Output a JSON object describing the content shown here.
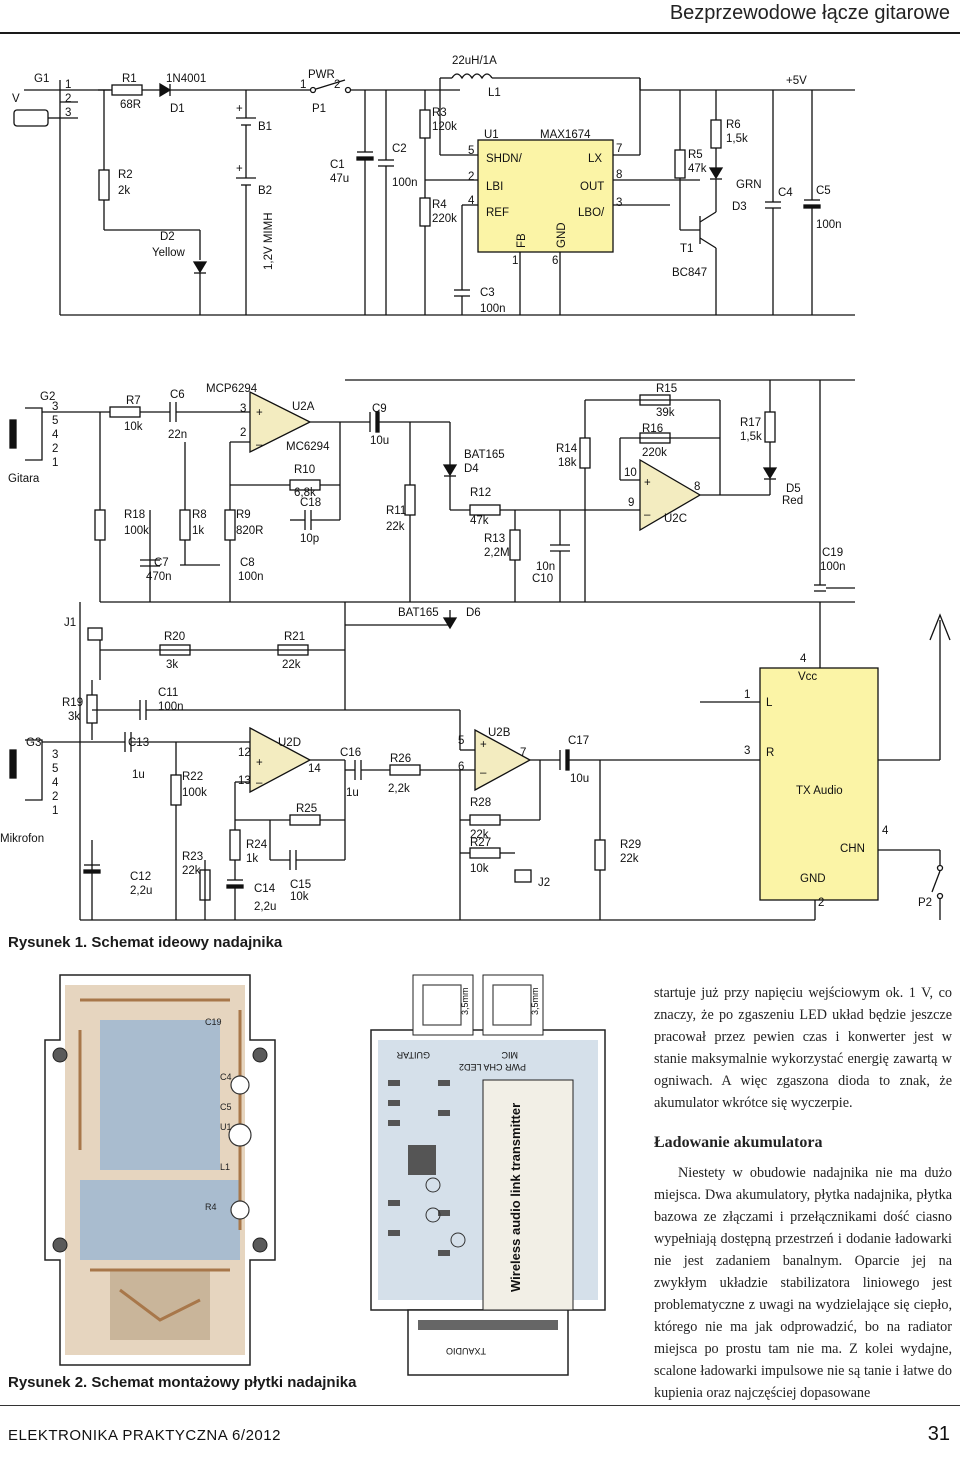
{
  "header": {
    "title": "Bezprzewodowe łącze gitarowe"
  },
  "schematic": {
    "power": {
      "g1": "G1",
      "v": "V",
      "r1": "R1",
      "r1v": "68R",
      "d1": "D1",
      "d1v": "1N4001",
      "r2": "R2",
      "r2v": "2k",
      "d2": "D2",
      "d2v": "Yellow",
      "b1": "B1",
      "b2": "B2",
      "bat": "1,2V MIMH",
      "pwr": "PWR",
      "p1": "P1",
      "c1": "C1",
      "c1v": "47u",
      "c2": "C2",
      "c2v": "100n",
      "r3": "R3",
      "r3v": "120k",
      "r4": "R4",
      "r4v": "220k",
      "l1": "L1",
      "l1v": "22uH/1A",
      "u1": "U1",
      "u1v": "MAX1674",
      "shdn": "SHDN/",
      "lbi": "LBI",
      "ref": "REF",
      "lx": "LX",
      "out": "OUT",
      "lbo": "LBO/",
      "fb": "FB",
      "gnd": "GND",
      "c3": "C3",
      "c3v": "100n",
      "r5": "R5",
      "r5v": "47k",
      "r6": "R6",
      "r6v": "1,5k",
      "grn": "GRN",
      "d3": "D3",
      "t1": "T1",
      "t1v": "BC847",
      "c4": "C4",
      "c5": "C5",
      "c5v": "100n",
      "vcc": "+5V"
    },
    "guitar": {
      "g2": "G2",
      "gitara": "Gitara",
      "r7": "R7",
      "r7v": "10k",
      "c6": "C6",
      "c6v": "22n",
      "mcp": "MCP6294",
      "u2a": "U2A",
      "mc": "MC6294",
      "r10": "R10",
      "r10v": "6,8k",
      "c18": "C18",
      "c18v": "10p",
      "r18": "R18",
      "r18v": "100k",
      "r8": "R8",
      "r8v": "1k",
      "r9": "R9",
      "r9v": "820R",
      "c7": "C7",
      "c7v": "470n",
      "c8": "C8",
      "c8v": "100n",
      "c9": "C9",
      "c9v": "10u",
      "r11": "R11",
      "r11v": "22k",
      "d4": "D4",
      "d4v": "BAT165",
      "r12": "R12",
      "r12v": "47k",
      "r13": "R13",
      "r13v": "2,2M",
      "c10": "C10",
      "c10v": "10n",
      "r14": "R14",
      "r14v": "18k",
      "r15": "R15",
      "r15v": "39k",
      "r16": "R16",
      "r16v": "220k",
      "u2c": "U2C",
      "r17": "R17",
      "r17v": "1,5k",
      "d5": "D5",
      "d5v": "Red",
      "c19": "C19",
      "c19v": "100n"
    },
    "mic": {
      "j1": "J1",
      "r20": "R20",
      "r20v": "3k",
      "r21": "R21",
      "r21v": "22k",
      "d6": "D6",
      "d6v": "BAT165",
      "r19": "R19",
      "r19v": "3k",
      "c11": "C11",
      "c11v": "100n",
      "g3": "G3",
      "mikrofon": "Mikrofon",
      "c13": "C13",
      "c13v": "1u",
      "r22": "R22",
      "r22v": "100k",
      "u2d": "U2D",
      "c16": "C16",
      "c16v": "1u",
      "r26": "R26",
      "r26v": "2,2k",
      "u2b": "U2B",
      "c17": "C17",
      "c17v": "10u",
      "r25": "R25",
      "r28": "R28",
      "r28v": "22k",
      "r27": "R27",
      "r27v": "10k",
      "j2": "J2",
      "r29": "R29",
      "r29v": "22k",
      "c12": "C12",
      "c12v": "2,2u",
      "r23": "R23",
      "r23v": "22k",
      "r24": "R24",
      "r24v": "1k",
      "c14": "C14",
      "c14v": "2,2u",
      "c15": "C15",
      "c15v": "10k",
      "tx": "TX Audio",
      "txvcc": "Vcc",
      "txl": "L",
      "txr": "R",
      "txgnd": "GND",
      "txchn": "CHN",
      "p2": "P2"
    }
  },
  "captions": {
    "fig1": "Rysunek 1. Schemat ideowy nadajnika",
    "fig2": "Rysunek 2. Schemat montażowy płytki nadajnika"
  },
  "pcb": {
    "board_label": "Wireless audio link transmitter",
    "guitar": "GUITAR",
    "mic": "MIC",
    "jack": "3,5mm",
    "leds": "PWR CHA LED2",
    "txaudio": "TXAUDIO"
  },
  "article": {
    "p1": "startuje już przy napięciu wejściowym ok. 1 V, co znaczy, że po zgaszeniu LED układ będzie jeszcze pracował przez pewien czas i konwerter jest w stanie maksymalnie wykorzystać energię zawartą w ogniwach. A więc zgaszona dioda to znak, że akumulator wkrótce się wyczerpie.",
    "heading": "Ładowanie akumulatora",
    "p2": "Niestety w obudowie nadajnika nie ma dużo miejsca. Dwa akumulatory, płytka nadajnika, płytka bazowa ze złączami i przełącznikami dość ciasno wypełniają dostępną przestrzeń i dodanie ładowarki nie jest zadaniem banalnym. Oparcie jej na zwykłym układzie stabilizatora liniowego jest problematyczne z uwagi na wydzielające się ciepło, którego nie ma jak odprowadzić, bo na radiator miejsca po prostu tam nie ma. Z kolei wydajne, scalone ładowarki impulsowe nie są tanie i łatwe do kupienia oraz najczęściej dopasowane"
  },
  "footer": {
    "magazine": "ELEKTRONIKA PRAKTYCZNA 6/2012",
    "page": "31"
  }
}
